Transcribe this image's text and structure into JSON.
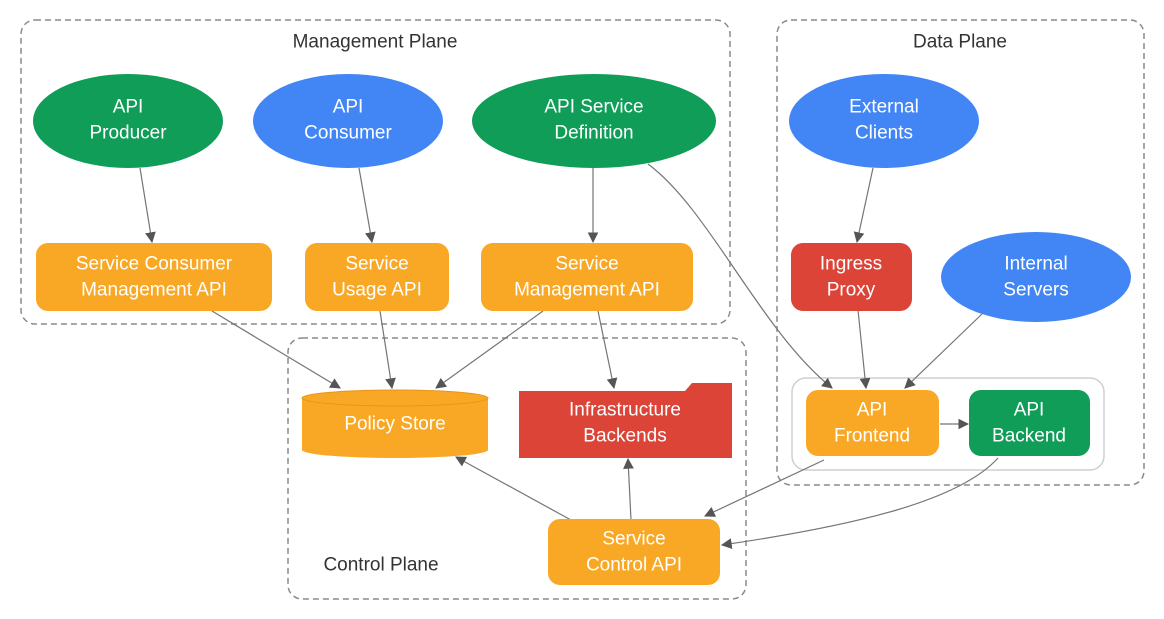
{
  "regions": {
    "management": "Management Plane",
    "data": "Data Plane",
    "control": "Control Plane"
  },
  "nodes": {
    "api_producer": [
      "API",
      "Producer"
    ],
    "api_consumer": [
      "API",
      "Consumer"
    ],
    "api_service_definition": [
      "API Service",
      "Definition"
    ],
    "external_clients": [
      "External",
      "Clients"
    ],
    "service_consumer_mgmt_api": [
      "Service Consumer",
      "Management API"
    ],
    "service_usage_api": [
      "Service",
      "Usage API"
    ],
    "service_mgmt_api": [
      "Service",
      "Management API"
    ],
    "ingress_proxy": [
      "Ingress",
      "Proxy"
    ],
    "internal_servers": [
      "Internal",
      "Servers"
    ],
    "policy_store": [
      "Policy Store"
    ],
    "infrastructure_backends": [
      "Infrastructure",
      "Backends"
    ],
    "api_frontend": [
      "API",
      "Frontend"
    ],
    "api_backend": [
      "API",
      "Backend"
    ],
    "service_control_api": [
      "Service",
      "Control API"
    ]
  },
  "colors": {
    "green": "#0f9d58",
    "blue": "#4285f4",
    "orange": "#f9a825",
    "red": "#db4437",
    "edge": "#757575"
  }
}
